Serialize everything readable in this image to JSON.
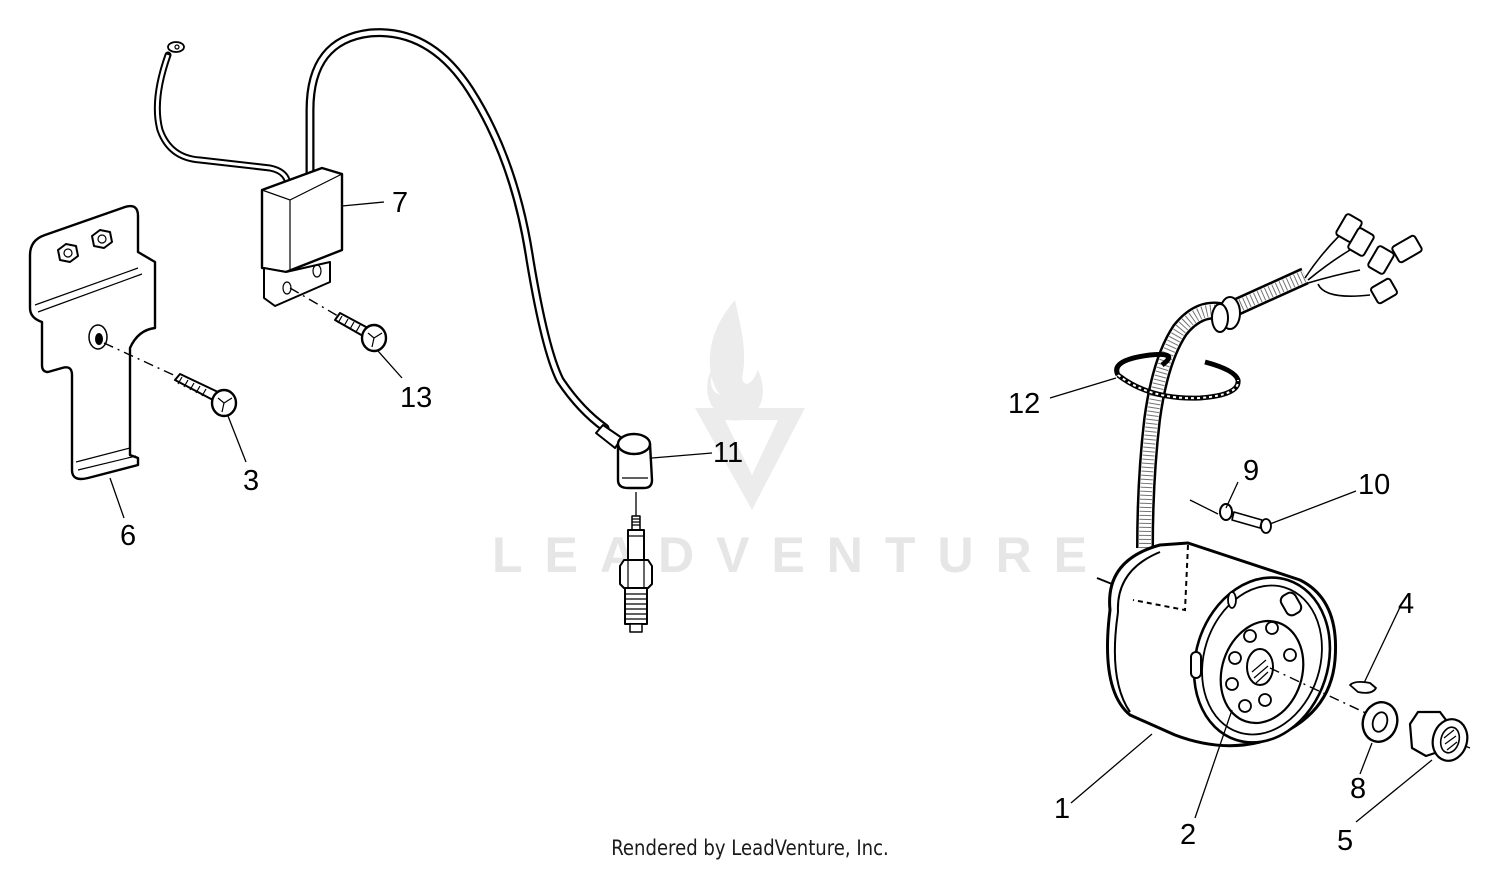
{
  "diagram": {
    "type": "exploded-parts-view",
    "subject": "Ignition system",
    "watermark": "LEADVENTURE",
    "callouts": [
      {
        "id": "1",
        "label": "1",
        "part": "flywheel"
      },
      {
        "id": "2",
        "label": "2",
        "part": "flywheel-hub"
      },
      {
        "id": "3",
        "label": "3",
        "part": "bracket-bolt"
      },
      {
        "id": "4",
        "label": "4",
        "part": "woodruff-key"
      },
      {
        "id": "5",
        "label": "5",
        "part": "flywheel-nut"
      },
      {
        "id": "6",
        "label": "6",
        "part": "mounting-bracket"
      },
      {
        "id": "7",
        "label": "7",
        "part": "ignition-module"
      },
      {
        "id": "8",
        "label": "8",
        "part": "washer"
      },
      {
        "id": "9",
        "label": "9",
        "part": "lock-washer"
      },
      {
        "id": "10",
        "label": "10",
        "part": "screw"
      },
      {
        "id": "11",
        "label": "11",
        "part": "spark-plug-cap"
      },
      {
        "id": "12",
        "label": "12",
        "part": "cable-tie"
      },
      {
        "id": "13",
        "label": "13",
        "part": "module-bolt"
      }
    ]
  },
  "footer": {
    "text": "Rendered by LeadVenture, Inc."
  },
  "colors": {
    "line": "#000000",
    "background": "#ffffff",
    "watermark": "#e6e6e6"
  }
}
